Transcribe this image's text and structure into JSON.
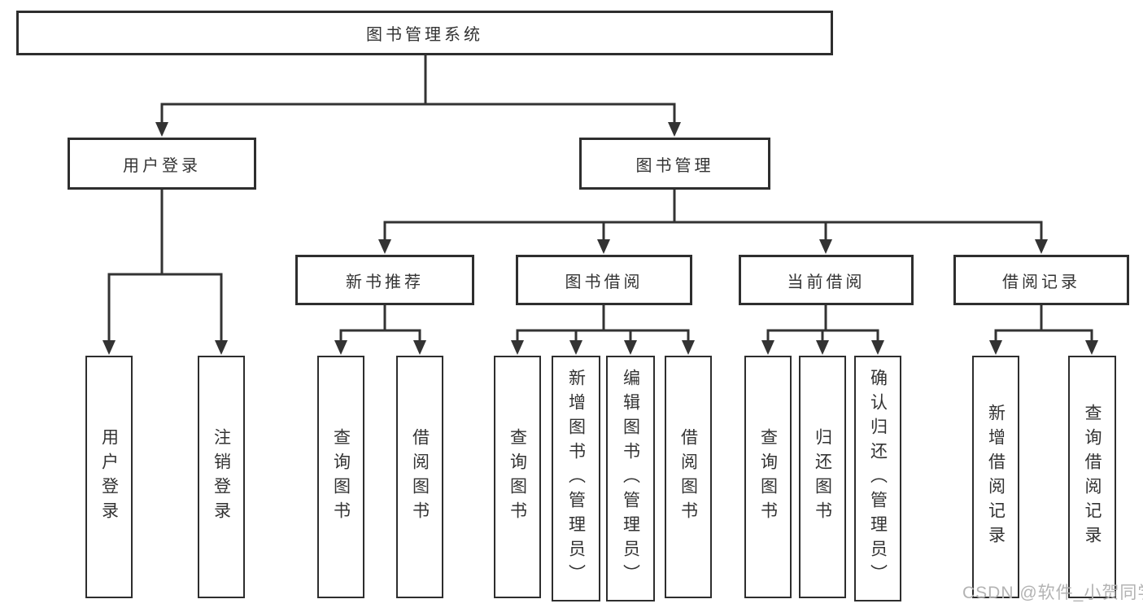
{
  "diagram": {
    "title": "图书管理系统",
    "root": {
      "label": "图书管理系统",
      "children": [
        {
          "label": "用户登录",
          "children": [
            {
              "label": "用户登录"
            },
            {
              "label": "注销登录"
            }
          ]
        },
        {
          "label": "图书管理",
          "children": [
            {
              "label": "新书推荐",
              "children": [
                {
                  "label": "查询图书"
                },
                {
                  "label": "借阅图书"
                }
              ]
            },
            {
              "label": "图书借阅",
              "children": [
                {
                  "label": "查询图书"
                },
                {
                  "label": "新增图书（管理员）"
                },
                {
                  "label": "编辑图书（管理员）"
                },
                {
                  "label": "借阅图书"
                }
              ]
            },
            {
              "label": "当前借阅",
              "children": [
                {
                  "label": "查询图书"
                },
                {
                  "label": "归还图书"
                },
                {
                  "label": "确认归还（管理员）"
                }
              ]
            },
            {
              "label": "借阅记录",
              "children": [
                {
                  "label": "新增借阅记录"
                },
                {
                  "label": "查询借阅记录"
                }
              ]
            }
          ]
        }
      ]
    },
    "colors": {
      "line": "#333333",
      "box_border": "#2e2e2e",
      "text": "#333333",
      "watermark": "#b3b3b3"
    }
  },
  "watermark": {
    "text": "CSDN @软件_小贺同学"
  }
}
